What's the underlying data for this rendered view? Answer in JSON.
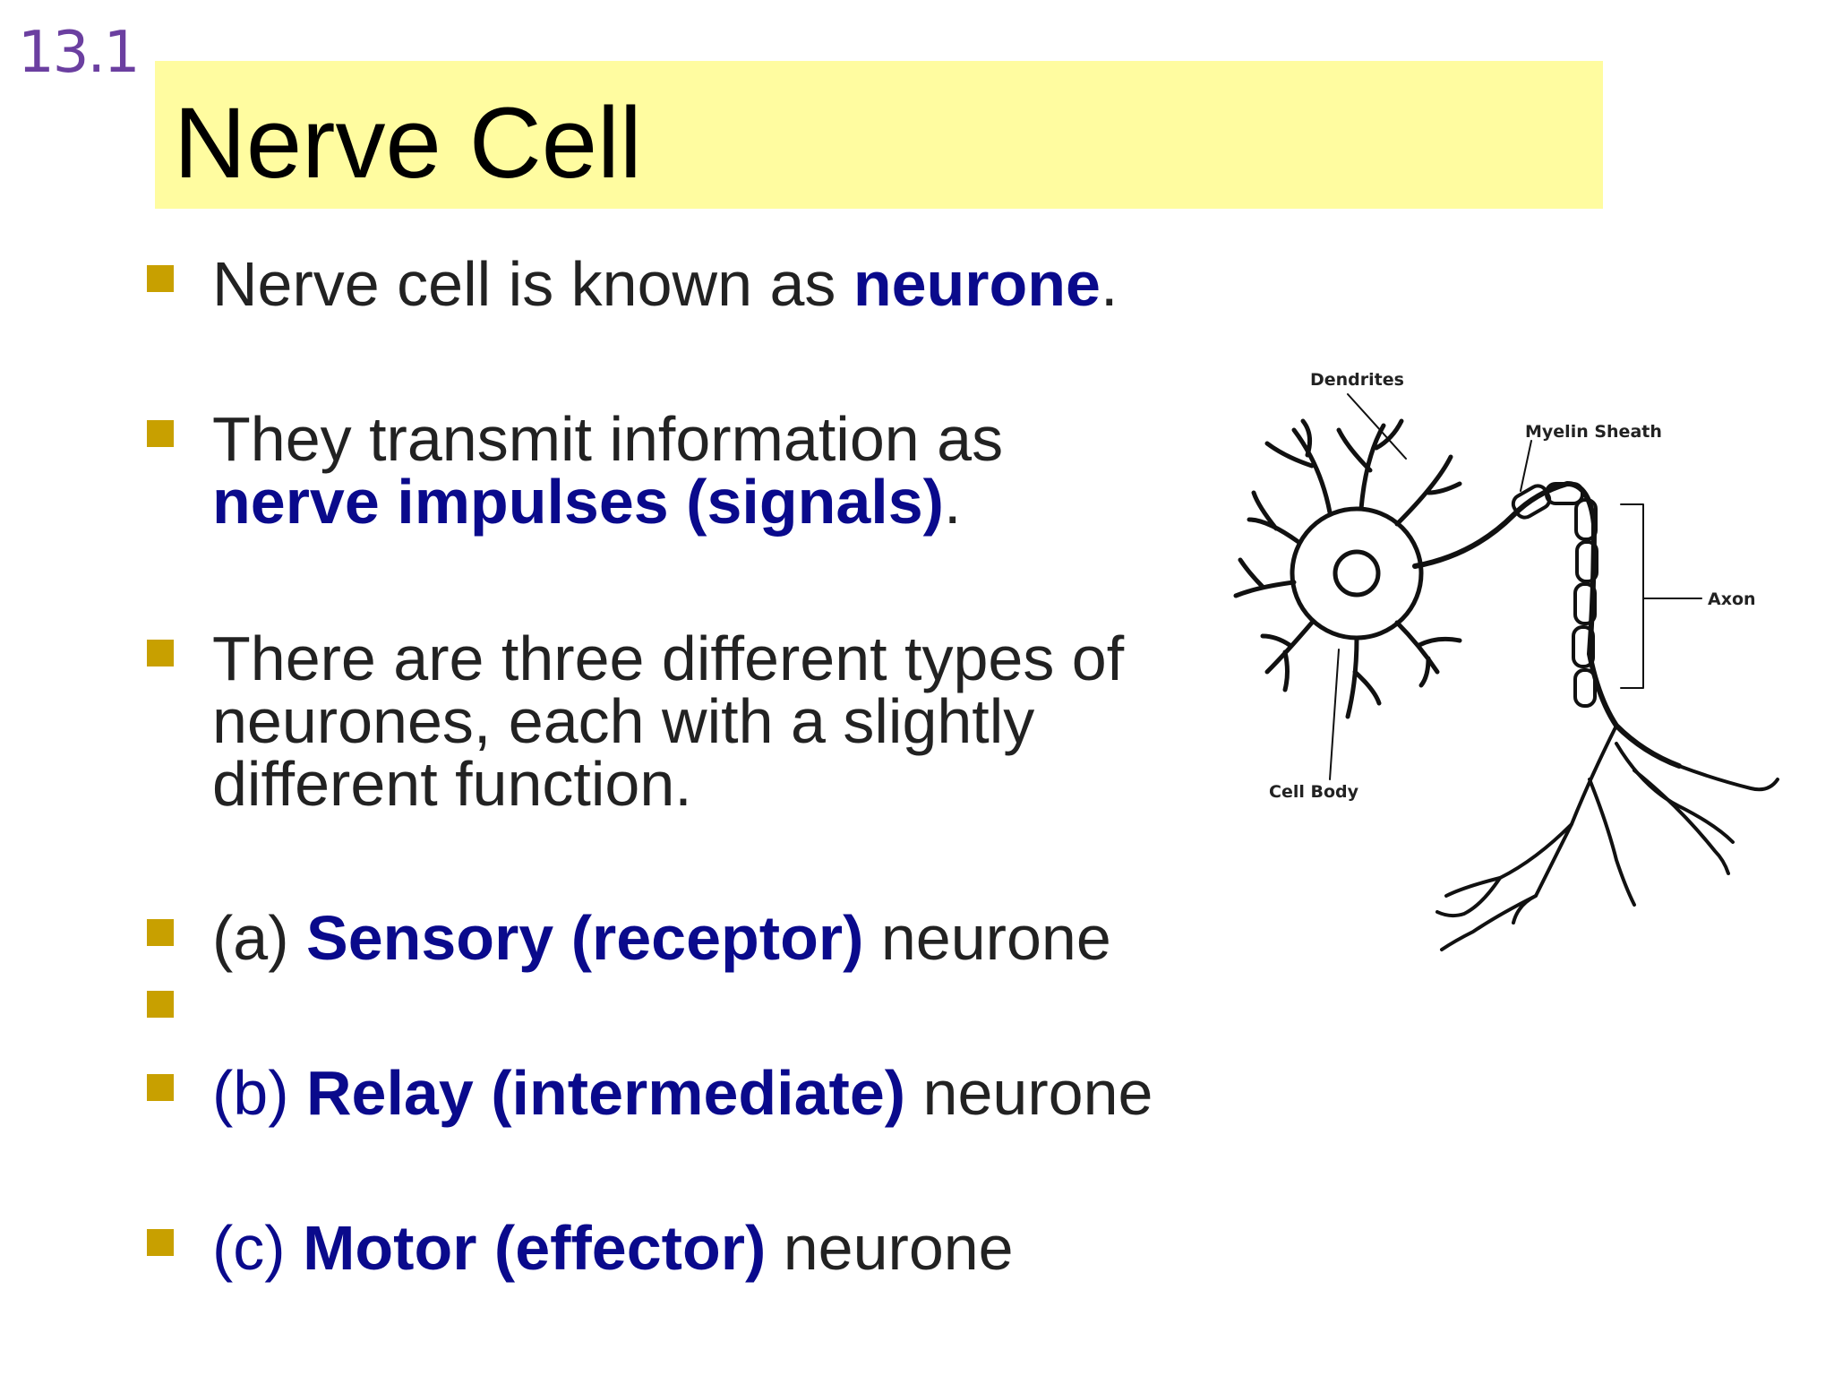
{
  "slide": {
    "number": "13.1",
    "title": "Nerve Cell"
  },
  "bullets": [
    {
      "pre": "Nerve cell is known as ",
      "highlight": "neurone",
      "post": "."
    },
    {
      "line1": "They transmit information as",
      "highlight": "nerve impulses (signals)",
      "post": "."
    },
    {
      "lines": [
        "There are three different types of",
        "neurones, each with a slightly",
        "different function."
      ]
    },
    {
      "prefix": "(a) ",
      "highlight": "Sensory (receptor)",
      "post": " neurone"
    },
    {
      "text": ""
    },
    {
      "prefix": "(b) ",
      "highlight": "Relay (intermediate)",
      "post": " neurone"
    },
    {
      "prefix": "(c) ",
      "highlight": "Motor (effector)",
      "post": " neurone"
    }
  ],
  "diagram": {
    "labels": {
      "dendrites": "Dendrites",
      "myelin_sheath": "Myelin Sheath",
      "axon": "Axon",
      "cell_body": "Cell Body"
    }
  },
  "colors": {
    "title_bar": "#fffca0",
    "highlight": "#0a0a8c",
    "bullet_marker": "#c8a000",
    "slide_number": "#6b3fa0"
  }
}
